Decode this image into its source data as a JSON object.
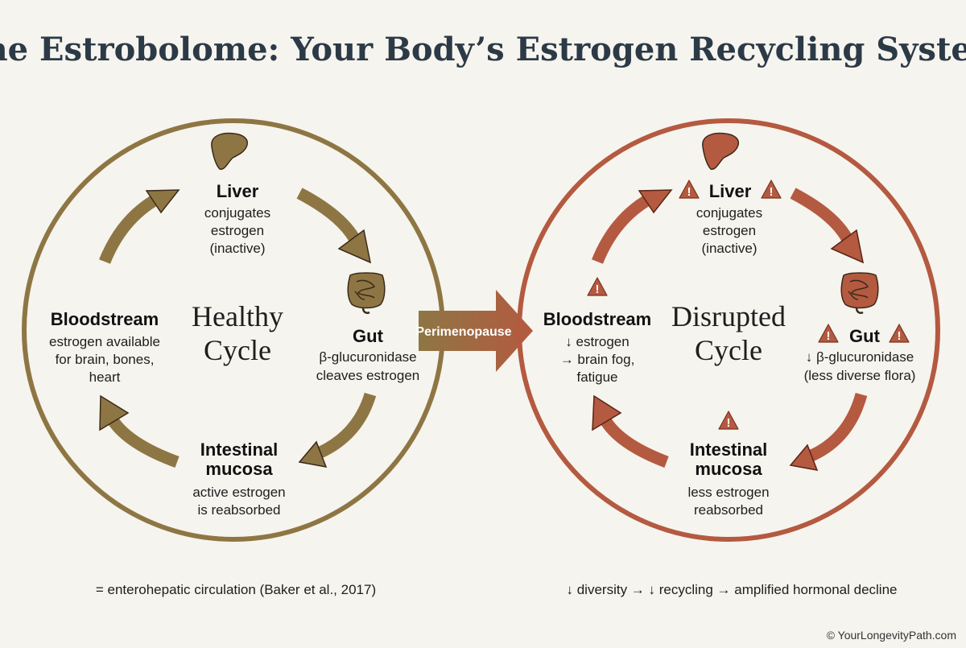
{
  "title": "The Estrobolome: Your Body’s Estrogen Recycling System",
  "colors": {
    "healthy": "#8e7644",
    "disrupted": "#b45a40",
    "background": "#f6f4ee"
  },
  "healthy": {
    "center": [
      "Healthy",
      "Cycle"
    ],
    "liver": {
      "head": "Liver",
      "lines": [
        "conjugates",
        "estrogen",
        "(inactive)"
      ],
      "icon": "liver-icon"
    },
    "gut": {
      "head": "Gut",
      "lines": [
        "β-glucuronidase",
        "cleaves estrogen"
      ],
      "icon": "intestine-icon"
    },
    "mucosa": {
      "head": [
        "Intestinal",
        "mucosa"
      ],
      "lines": [
        "active estrogen",
        "is reabsorbed"
      ]
    },
    "blood": {
      "head": "Bloodstream",
      "lines": [
        "estrogen available",
        "for brain, bones,",
        "heart"
      ]
    }
  },
  "transition": {
    "label": "Perimenopause"
  },
  "disrupted": {
    "center": [
      "Disrupted",
      "Cycle"
    ],
    "liver": {
      "head": "Liver",
      "lines": [
        "conjugates",
        "estrogen",
        "(inactive)"
      ],
      "icon": "liver-icon"
    },
    "gut": {
      "head": "Gut",
      "lines": [
        "↓ β-glucuronidase",
        "(less diverse flora)"
      ],
      "icon": "intestine-icon"
    },
    "mucosa": {
      "head": [
        "Intestinal",
        "mucosa"
      ],
      "lines": [
        "less estrogen",
        "reabsorbed"
      ]
    },
    "blood": {
      "head": "Bloodstream",
      "lines": [
        "↓ estrogen",
        "→ brain fog,",
        "fatigue"
      ]
    },
    "warning_icon": "warning-triangle-icon",
    "warning_mark": "!"
  },
  "footer": {
    "left": "= enterohepatic circulation (Baker et al., 2017)",
    "right": "↓ diversity → ↓ recycling → amplified hormonal decline",
    "copyright": "© YourLongevityPath.com"
  }
}
